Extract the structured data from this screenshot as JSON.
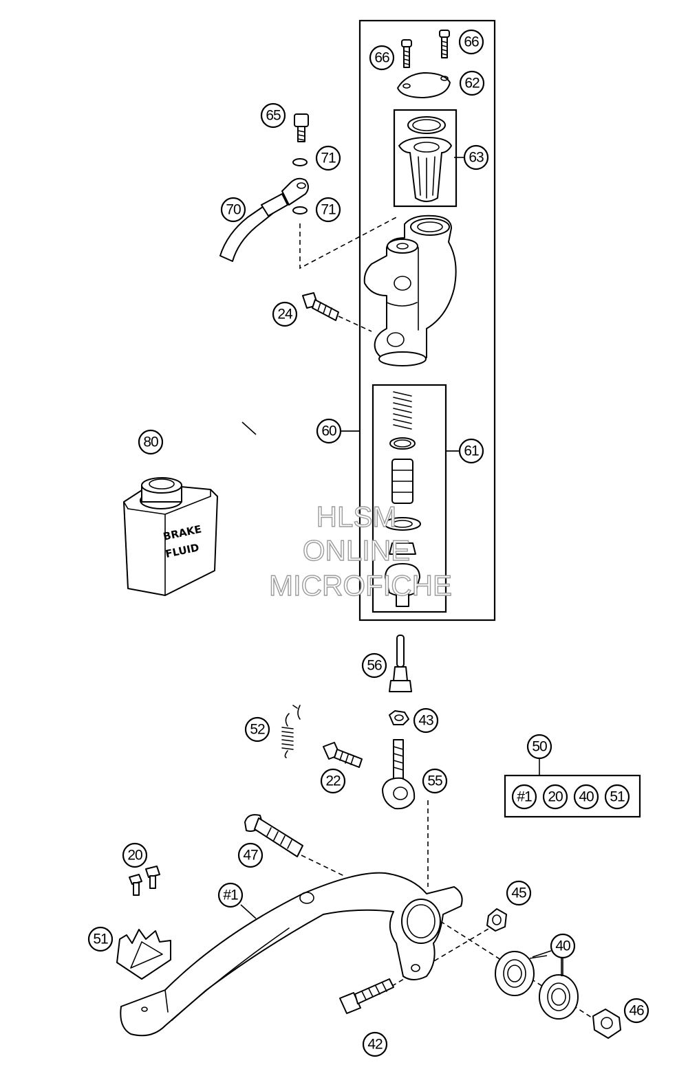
{
  "watermark": {
    "line1": "HLSM",
    "line2": "ONLINE",
    "line3": "MICROFICHE"
  },
  "bottle_label": {
    "line1": "BRAKE",
    "line2": "FLUID"
  },
  "kit_box": {
    "label": "50",
    "items": [
      "#1",
      "20",
      "40",
      "51"
    ]
  },
  "callouts": {
    "c66a": "66",
    "c66b": "66",
    "c62": "62",
    "c63": "63",
    "c65": "65",
    "c71a": "71",
    "c71b": "71",
    "c70": "70",
    "c24": "24",
    "c60": "60",
    "c61": "61",
    "c80": "80",
    "c56": "56",
    "c43": "43",
    "c52": "52",
    "c22": "22",
    "c55": "55",
    "c47": "47",
    "c20": "20",
    "c1": "#1",
    "c45": "45",
    "c51": "51",
    "c40": "40",
    "c46": "46",
    "c42": "42"
  }
}
